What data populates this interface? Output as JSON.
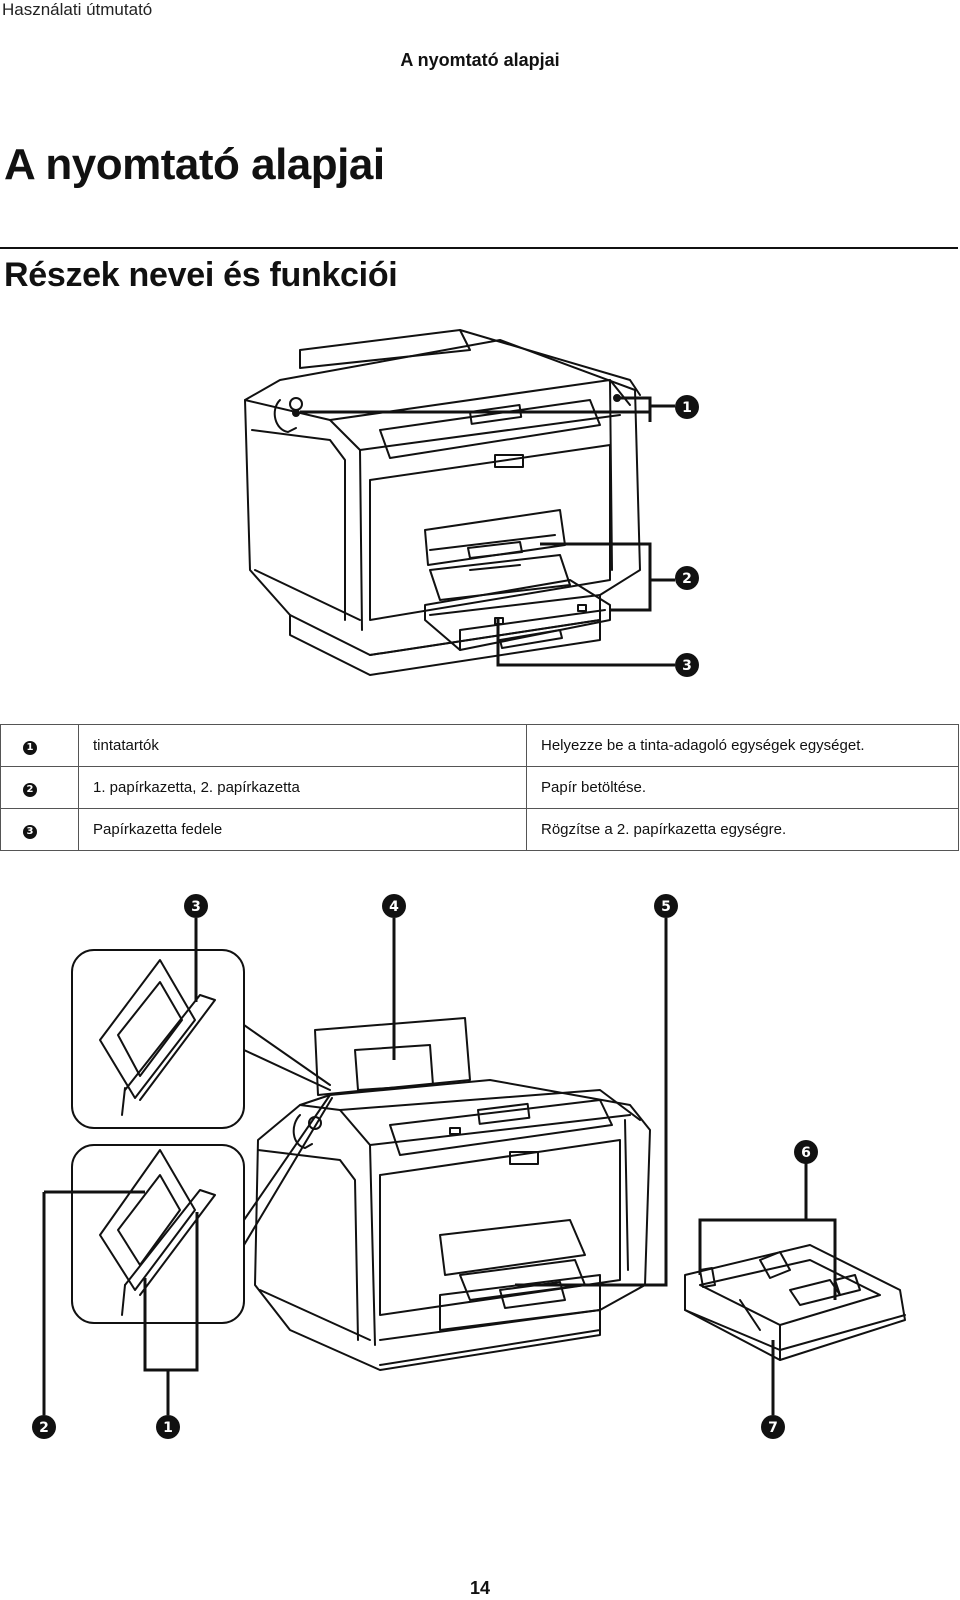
{
  "running_header": "Használati útmutató",
  "section_header": "A nyomtató alapjai",
  "chapter_title": "A nyomtató alapjai",
  "section_title": "Részek nevei és funkciói",
  "figure1": {
    "callouts": [
      "1",
      "2",
      "3"
    ]
  },
  "parts_table": [
    {
      "num": "1",
      "name": "tintatartók",
      "function": "Helyezze be a tinta-adagoló egységek egységet."
    },
    {
      "num": "2",
      "name": "1. papírkazetta, 2. papírkazetta",
      "function": "Papír betöltése."
    },
    {
      "num": "3",
      "name": "Papírkazetta fedele",
      "function": "Rögzítse a 2. papírkazetta egységre."
    }
  ],
  "figure2": {
    "callouts_top": [
      "3",
      "4",
      "5"
    ],
    "callout_right": "6",
    "callouts_bottom": [
      "2",
      "1",
      "7"
    ]
  },
  "page_number": "14"
}
